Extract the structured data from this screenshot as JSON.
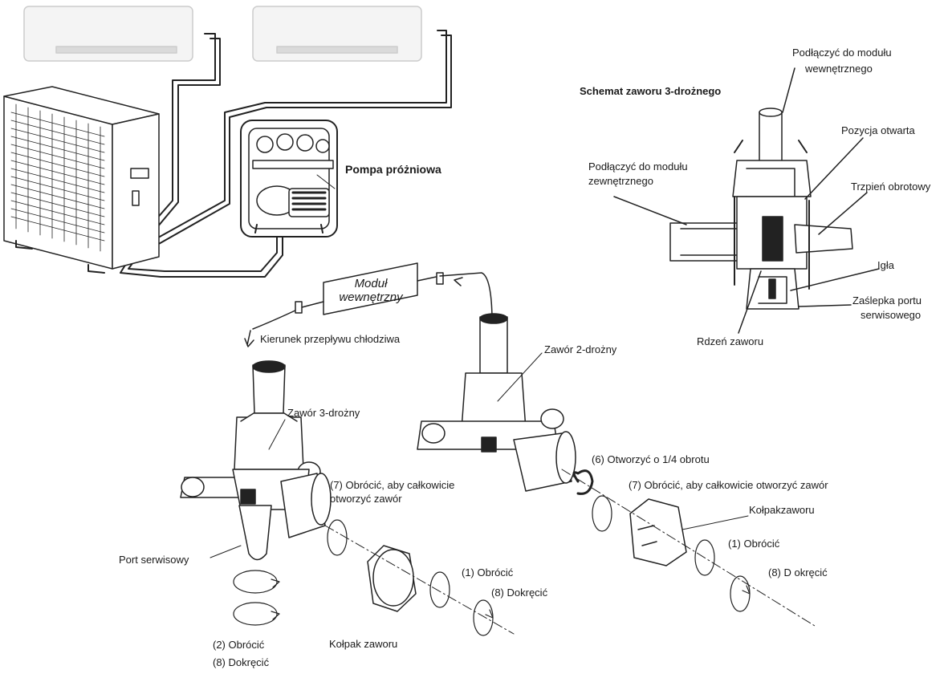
{
  "title": "Schemat zaworu 3-drożnego",
  "pump": "Pompa próżniowa",
  "indoor_module": {
    "line1": "Moduł",
    "line2": "wewnętrzny"
  },
  "flow_direction": "Kierunek przepływu chłodziwa",
  "valve_2way": "Zawór 2-drożny",
  "valve_3way": "Zawór 3-drożny",
  "service_port": "Port serwisowy",
  "cap_left": "Kołpak zaworu",
  "cap_right": "Kołpakzaworu",
  "steps": {
    "turn_left_port": "(2) Obrócić",
    "tighten_left_port": "(8) Dokręcić",
    "turn_cap_left": "(1) Obrócić",
    "tighten_cap_left": "(8) Dokręcić",
    "open_full_left_1": "(7) Obrócić, aby całkowicie",
    "open_full_left_2": "otworzyć zawór",
    "open_quarter": "(6) Otworzyć o 1/4 obrotu",
    "open_full_right": "(7) Obrócić, aby całkowicie otworzyć zawór",
    "turn_cap_right": "(1) Obrócić",
    "tighten_cap_right": "(8) D okręcić"
  },
  "schematic": {
    "connect_indoor_1": "Podłączyć do modułu",
    "connect_indoor_2": "wewnętrznego",
    "connect_outdoor_1": "Podłączyć do modułu",
    "connect_outdoor_2": "zewnętrznego",
    "open_position": "Pozycja otwarta",
    "spindle": "Trzpień obrotowy",
    "needle": "Igła",
    "service_cap_1": "Zaślepka portu",
    "service_cap_2": "serwisowego",
    "valve_core": "Rdzeń zaworu"
  }
}
